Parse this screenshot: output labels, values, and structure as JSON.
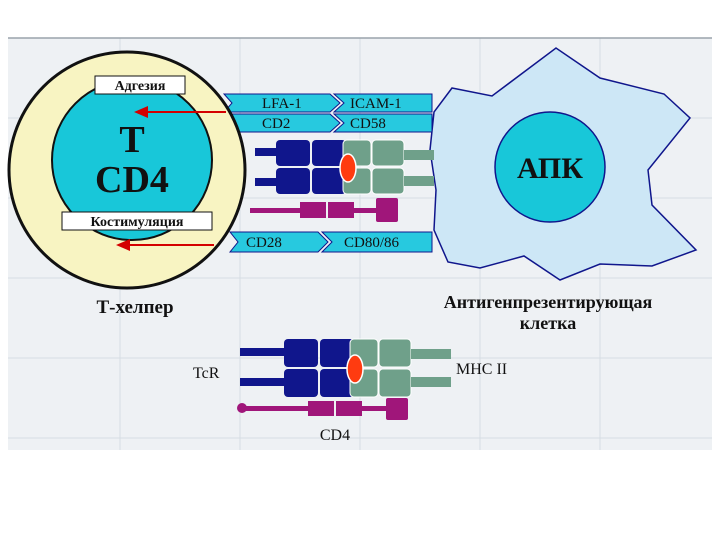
{
  "colors": {
    "panel_bg": "#eef1f4",
    "grid_line": "#d6dde3",
    "top_rule": "#9aa3ab",
    "tcell_outer": "#f8f4c2",
    "tcell_inner": "#18c7d9",
    "apc_body": "#cde7f6",
    "apc_nucleus": "#18c7d9",
    "arrow_band": "#27c9df",
    "tcr_chain": "#10168c",
    "mhc_chain": "#6fa08a",
    "peptide": "#ff3b10",
    "cd4_chain": "#a0167a",
    "arrow_red": "#d40000"
  },
  "tcell": {
    "letter": "T",
    "marker": "CD4",
    "label": "Т-хелпер",
    "adhesion_label": "Адгезия",
    "costim_label": "Костимуляция"
  },
  "apc": {
    "nucleus_label": "АПК",
    "label_line1": "Антигенпрезентирующая",
    "label_line2": "клетка"
  },
  "pairs": {
    "lfa1": "LFA-1",
    "icam1": "ICAM-1",
    "cd2": "CD2",
    "cd58": "CD58",
    "cd28": "CD28",
    "cd80_86": "CD80/86"
  },
  "legend": {
    "tcr": "TcR",
    "mhc": "MHC II",
    "cd4": "CD4"
  }
}
